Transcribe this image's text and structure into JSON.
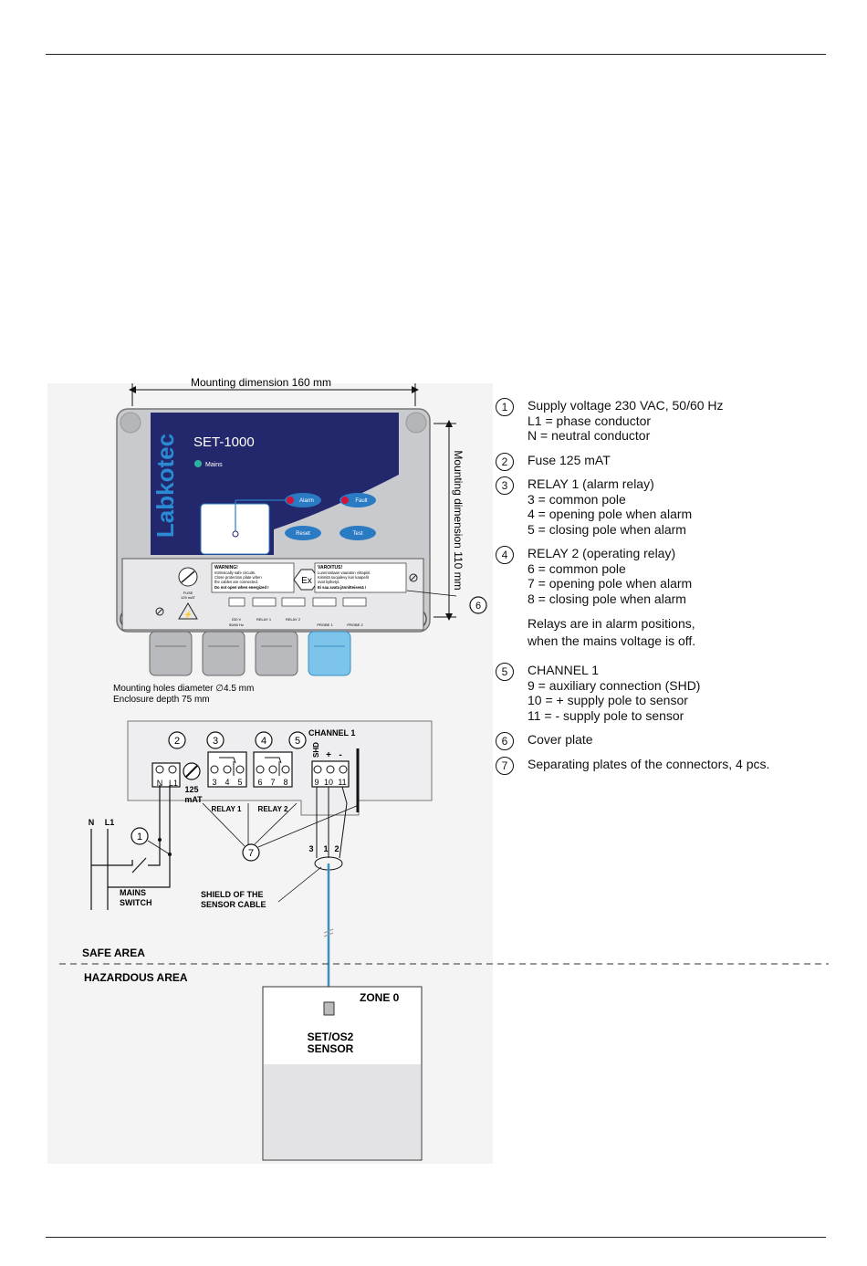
{
  "top_dimension": "Mounting dimension 160 mm",
  "side_dimension": "Mounting dimension 110 mm",
  "device": {
    "brand": "Labkotec",
    "model": "SET-1000",
    "mains_label": "Mains",
    "alarm_label": "Alarm",
    "fault_label": "Fault",
    "reset_label": "Reset",
    "test_label": "Test",
    "fuse_label": "FUSE",
    "fuse_value": "125 mAT",
    "warning_title": "WARNING!",
    "warning_lines": [
      "Intrinsically safe circuits.",
      "Close protection plate when",
      "the cables are connected.",
      "Do not open when energized !"
    ],
    "varoitus_title": "VAROITUS!",
    "varoitus_lines": [
      "Luonnostaan vaaraton virtapiiri.",
      "Kiinnitä suojalevy kun kaapelit",
      "ovat kytketyt.",
      "Ei saa avata jännitteisenä !"
    ],
    "ex_symbol": "Ex",
    "terminal_labels": [
      "230 V",
      "50/60 Hz",
      "RELAY 1",
      "RELAY 2",
      "PROBE 1",
      "PROBE 2"
    ]
  },
  "mounting_notes": [
    "Mounting holes diameter ∅4.5 mm",
    "Enclosure depth 75 mm"
  ],
  "wiring": {
    "channel_label": "CHANNEL 1",
    "shd_label": "SHD",
    "plus_label": "+",
    "minus_label": "-",
    "terminals": [
      "N",
      "L1",
      "3",
      "4",
      "5",
      "6",
      "7",
      "8",
      "9",
      "10",
      "11"
    ],
    "fuse_value_1": "125",
    "fuse_value_2": "mAT",
    "relay1_label": "RELAY 1",
    "relay2_label": "RELAY 2",
    "n_label": "N",
    "l1_label": "L1",
    "mains_switch_1": "MAINS",
    "mains_switch_2": "SWITCH",
    "shield_1": "SHIELD OF THE",
    "shield_2": "SENSOR CABLE",
    "core_labels": [
      "3",
      "1",
      "2"
    ],
    "callouts": [
      "1",
      "2",
      "3",
      "4",
      "5",
      "6",
      "7"
    ]
  },
  "safe_area": "SAFE AREA",
  "hazardous_area": "HAZARDOUS AREA",
  "zone_label": "ZONE 0",
  "sensor_1": "SET/OS2",
  "sensor_2": "SENSOR",
  "legend": [
    {
      "num": "1",
      "lines": [
        "Supply voltage 230 VAC, 50/60 Hz",
        "L1 = phase conductor",
        "N = neutral conductor"
      ]
    },
    {
      "num": "2",
      "lines": [
        "Fuse 125 mAT"
      ]
    },
    {
      "num": "3",
      "lines": [
        "RELAY 1 (alarm relay)",
        "3 = common pole",
        "4 = opening pole when alarm",
        "5 = closing pole when alarm"
      ]
    },
    {
      "num": "4",
      "lines": [
        "RELAY 2 (operating relay)",
        "6 = common pole",
        "7 = opening pole when alarm",
        "8 = closing pole when alarm"
      ]
    }
  ],
  "legend_note": [
    "Relays are in alarm positions,",
    "when the mains voltage is off."
  ],
  "legend_2": [
    {
      "num": "5",
      "lines": [
        "CHANNEL 1",
        "9 = auxiliary connection (SHD)",
        "10 = + supply pole to sensor",
        "11 = - supply pole to sensor"
      ]
    },
    {
      "num": "6",
      "lines": [
        "Cover plate"
      ]
    },
    {
      "num": "7",
      "lines": [
        "Separating plates of the connectors, 4 pcs."
      ]
    }
  ],
  "colors": {
    "panel_blue": "#23276b",
    "cable_blue": "#3a8fc4",
    "led_green": "#2bb3a0",
    "button_blue": "#2a7bc4",
    "led_red": "#d2143a"
  }
}
